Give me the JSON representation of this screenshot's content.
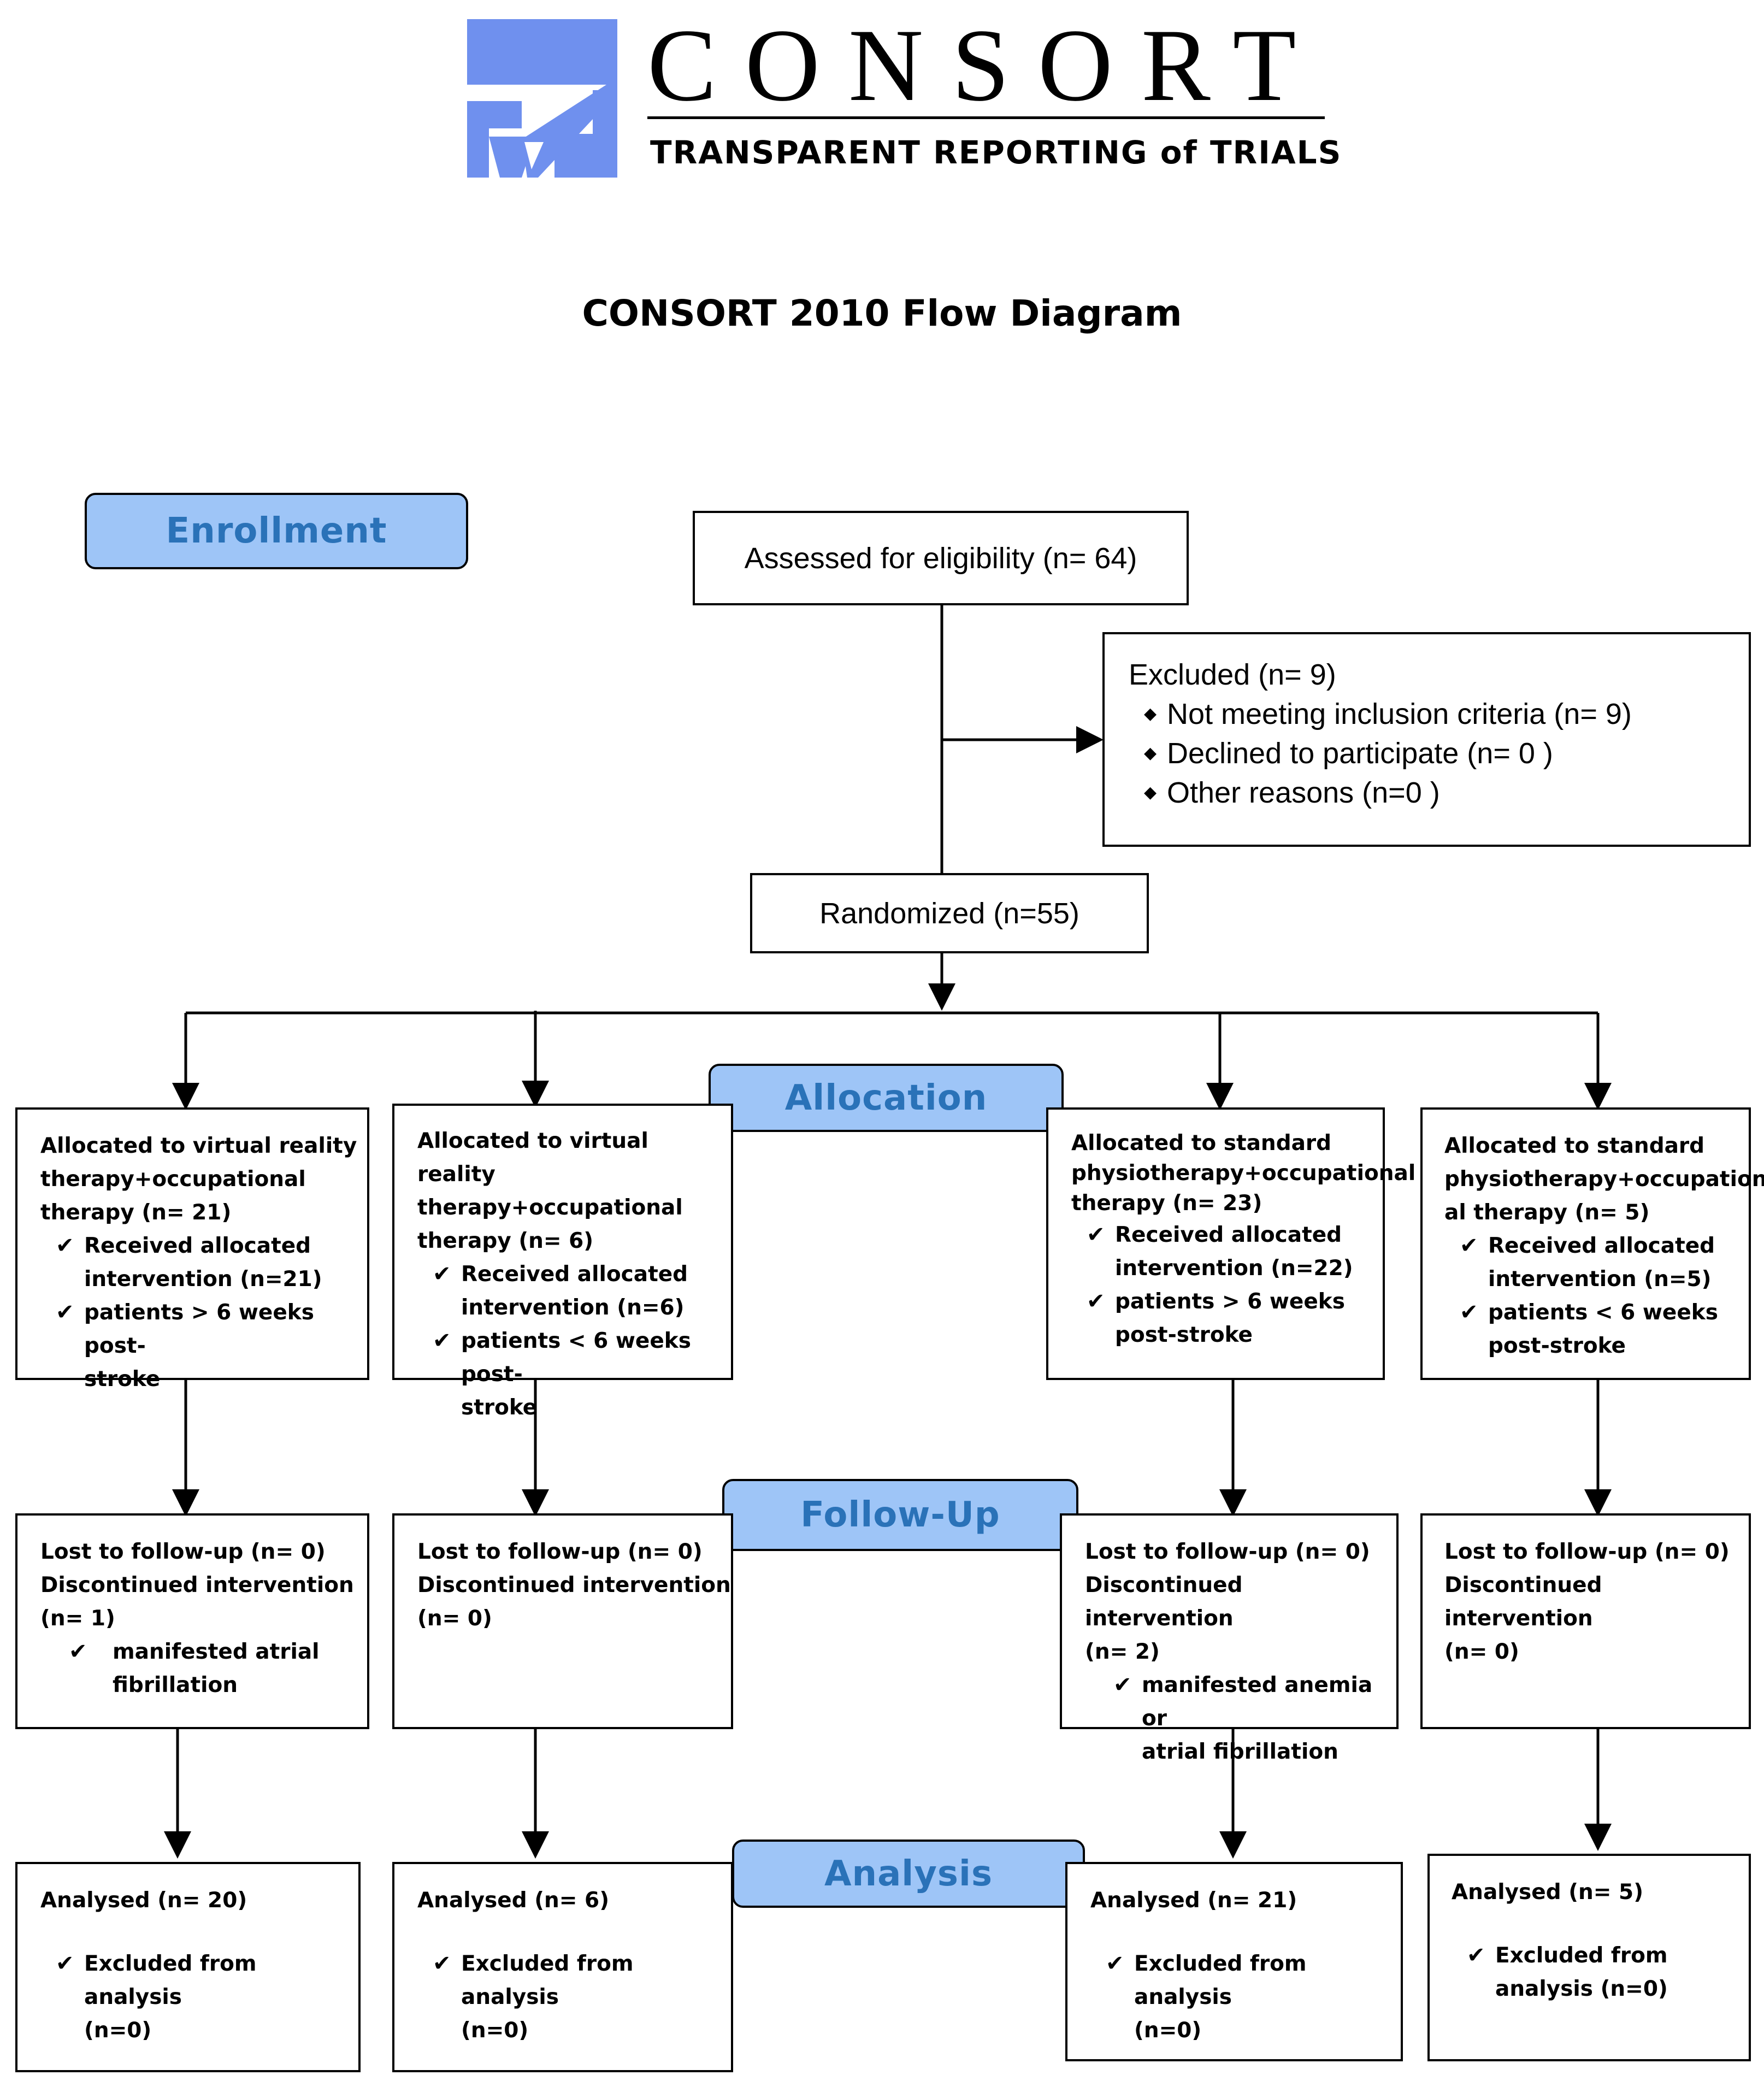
{
  "logo": {
    "wordmark": "CONSORT",
    "tagline": "TRANSPARENT REPORTING of TRIALS",
    "color": "#6f90ee"
  },
  "title": "CONSORT 2010 Flow Diagram",
  "stages": {
    "enrollment": "Enrollment",
    "allocation": "Allocation",
    "followup": "Follow-Up",
    "analysis": "Analysis"
  },
  "assessed": "Assessed for eligibility (n= 64)",
  "excluded": {
    "heading": "Excluded (n= 9)",
    "items": [
      "Not meeting inclusion criteria (n= 9)",
      "Declined to participate (n= 0 )",
      "Other reasons (n=0   )"
    ]
  },
  "randomized": "Randomized (n=55)",
  "allocation": [
    {
      "lines": [
        "Allocated to virtual reality",
        "therapy+occupational",
        "therapy (n= 21)"
      ],
      "checks": [
        [
          "Received allocated",
          "intervention (n=21)"
        ],
        [
          "patients > 6 weeks post-",
          "stroke"
        ]
      ]
    },
    {
      "lines": [
        "Allocated to virtual reality",
        "therapy+occupational",
        "therapy (n= 6)"
      ],
      "checks": [
        [
          "Received allocated",
          "intervention (n=6)"
        ],
        [
          "patients < 6 weeks post-",
          "stroke"
        ]
      ]
    },
    {
      "lines": [
        "Allocated to standard",
        "physiotherapy+occupational",
        "therapy (n= 23)"
      ],
      "checks": [
        [
          "Received allocated",
          "intervention (n=22)"
        ],
        [
          "patients > 6 weeks",
          "post-stroke"
        ]
      ]
    },
    {
      "lines": [
        "Allocated to standard",
        "physiotherapy+occupation",
        "al therapy (n= 5)"
      ],
      "checks": [
        [
          "Received allocated",
          "intervention (n=5)"
        ],
        [
          "patients < 6 weeks",
          "post-stroke"
        ]
      ]
    }
  ],
  "followup": [
    {
      "lines": [
        "Lost to follow-up (n= 0)",
        "Discontinued intervention",
        "(n= 1)"
      ],
      "checks": [
        [
          "manifested atrial",
          "fibrillation"
        ]
      ]
    },
    {
      "lines": [
        "Lost to follow-up (n= 0)",
        "Discontinued intervention",
        "(n= 0)"
      ],
      "checks": []
    },
    {
      "lines": [
        "Lost to follow-up (n= 0)",
        "Discontinued intervention",
        "(n= 2)"
      ],
      "checks": [
        [
          "manifested anemia or",
          "atrial fibrillation"
        ]
      ]
    },
    {
      "lines": [
        "Lost to follow-up (n= 0)",
        "Discontinued intervention",
        "(n= 0)"
      ],
      "checks": []
    }
  ],
  "analysis": [
    {
      "lines": [
        "Analysed (n= 20)"
      ],
      "checks": [
        [
          "Excluded from analysis",
          "(n=0)"
        ]
      ]
    },
    {
      "lines": [
        "Analysed (n= 6)"
      ],
      "checks": [
        [
          "Excluded from analysis",
          "(n=0)"
        ]
      ]
    },
    {
      "lines": [
        "Analysed (n= 21)"
      ],
      "checks": [
        [
          "Excluded from analysis",
          "(n=0)"
        ]
      ]
    },
    {
      "lines": [
        "Analysed (n= 5)"
      ],
      "checks": [
        [
          "Excluded from",
          "analysis (n=0)"
        ]
      ]
    }
  ]
}
